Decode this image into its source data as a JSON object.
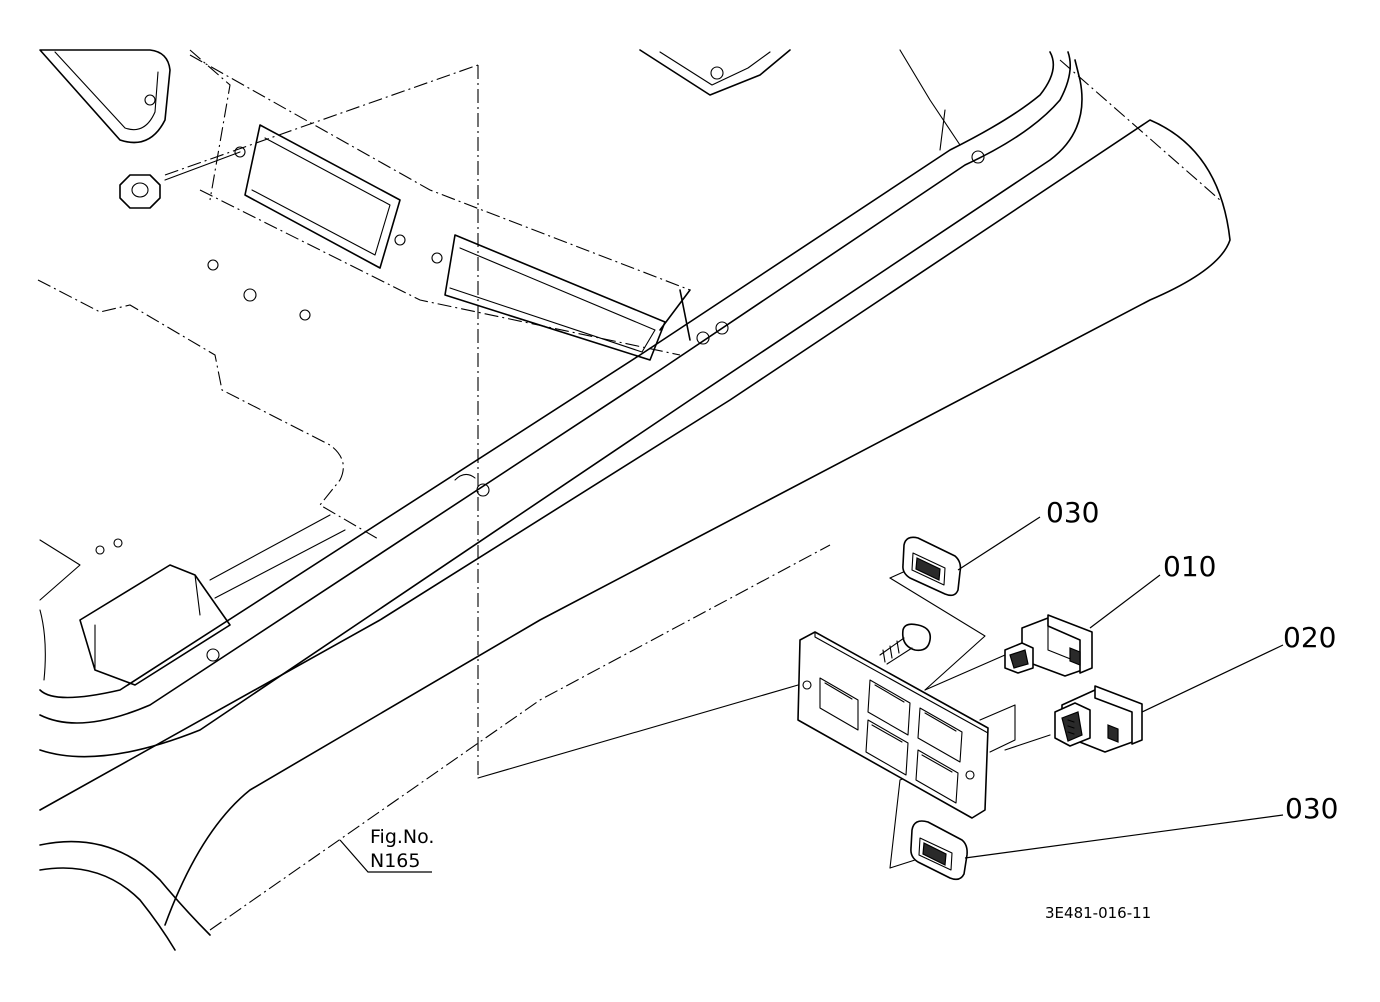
{
  "callouts": {
    "top_grommet": "030",
    "switch": "010",
    "connector": "020",
    "bottom_grommet": "030"
  },
  "figure_reference": {
    "line1": "Fig.No.",
    "line2": "N165"
  },
  "drawing_code": "3E481-016-11"
}
